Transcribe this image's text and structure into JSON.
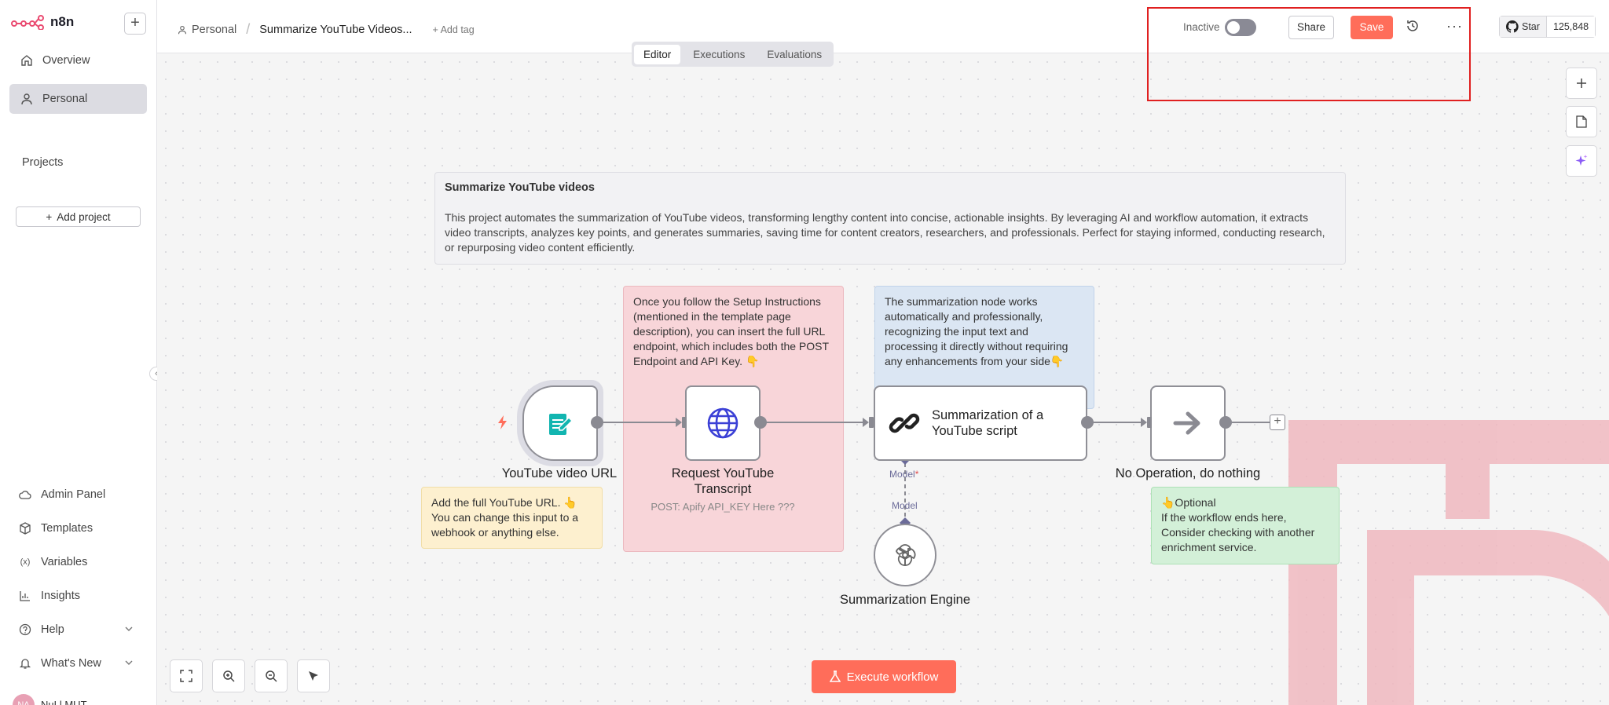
{
  "app": {
    "name": "n8n"
  },
  "sidebar": {
    "items": [
      {
        "label": "Overview",
        "icon": "home-icon"
      },
      {
        "label": "Personal",
        "icon": "user-icon"
      }
    ],
    "projects_label": "Projects",
    "add_project_label": "Add project",
    "bottom_items": [
      {
        "label": "Admin Panel",
        "icon": "cloud-icon"
      },
      {
        "label": "Templates",
        "icon": "box-icon"
      },
      {
        "label": "Variables",
        "icon": "variables-icon"
      },
      {
        "label": "Insights",
        "icon": "bar-chart-icon"
      },
      {
        "label": "Help",
        "icon": "help-icon"
      },
      {
        "label": "What's New",
        "icon": "bell-icon"
      }
    ],
    "user": {
      "initials": "NA",
      "name": "NuLl MUT"
    }
  },
  "header": {
    "breadcrumb_project": "Personal",
    "workflow_title": "Summarize YouTube Videos...",
    "add_tag": "+ Add tag",
    "tabs": [
      "Editor",
      "Executions",
      "Evaluations"
    ],
    "active_tab": "Editor",
    "status_label": "Inactive",
    "share_label": "Share",
    "save_label": "Save",
    "more_label": "···",
    "github": {
      "star_label": "Star",
      "count": "125,848"
    }
  },
  "canvas": {
    "main_note": {
      "title": "Summarize YouTube videos",
      "body": "This project automates the summarization of YouTube videos, transforming lengthy content into concise, actionable insights. By leveraging AI and workflow automation, it extracts video transcripts, analyzes key points, and generates summaries, saving time for content creators, researchers, and professionals. Perfect for staying informed, conducting research, or repurposing video content efficiently."
    },
    "red_note": "Once you follow the Setup Instructions (mentioned in the template page description), you can insert the full URL endpoint, which includes both the POST Endpoint and API Key. 👇",
    "blue_note": "The summarization node works automatically and professionally, recognizing the input text and processing it directly without requiring any enhancements from your side👇",
    "yellow_note": "Add the full YouTube URL. 👆\nYou can change this input to a webhook or anything else.",
    "green_note": "👆Optional\nIf the workflow ends here, Consider checking with another enrichment service.",
    "nodes": {
      "trigger": {
        "label": "YouTube video URL"
      },
      "http": {
        "label": "Request YouTube Transcript",
        "sub": "POST: Apify API_KEY Here ???"
      },
      "summarize": {
        "label": "Summarization of a YouTube script"
      },
      "noop": {
        "label": "No Operation, do nothing"
      },
      "engine": {
        "label": "Summarization Engine"
      }
    },
    "ports": {
      "model_required": "Model",
      "model_required_mark": "*",
      "model": "Model"
    },
    "execute_label": "Execute workflow"
  },
  "colors": {
    "accent": "#ff6d5a",
    "highlight": "#e02020"
  }
}
